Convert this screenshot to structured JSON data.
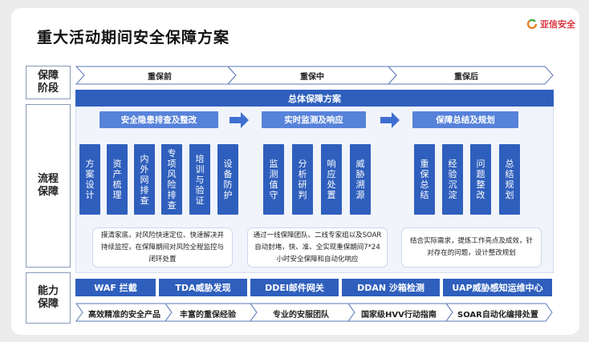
{
  "title": "重大活动期间安全保障方案",
  "logo": {
    "text": "亚信安全",
    "icon": "brand-ring-icon",
    "color": "#d9363e"
  },
  "colors": {
    "primary": "#2f5fbd",
    "secondary": "#5682d9",
    "panel": "#f1f4fb"
  },
  "row_labels": {
    "stage": "保障阶段",
    "process": "流程保障",
    "capability": "能力保障"
  },
  "stages": [
    "重保前",
    "重保中",
    "重保后"
  ],
  "overall": "总体保障方案",
  "phases": [
    {
      "title": "安全隐患排查及整改",
      "cards": [
        "方案设计",
        "资产梳理",
        "内外网排查",
        "专项风险排查",
        "培训与验证",
        "设备防护"
      ],
      "desc": "摸清家底，对风险快速定位、快速解决并持续监控，在保障期间对风险全程监控与闭环处置"
    },
    {
      "title": "实时监测及响应",
      "cards": [
        "监测值守",
        "分析研判",
        "响应处置",
        "威胁溯源"
      ],
      "desc": "通过一线保障团队、二线专家组以及SOAR自动封堵，快、准、全实现重保期间7*24小时安全保障和自动化响应"
    },
    {
      "title": "保障总结及规划",
      "cards": [
        "重保总结",
        "经验沉淀",
        "问题整改",
        "总结规划"
      ],
      "desc": "结合实际需求，提炼工作亮点及成效，针对存在的问题，设计整改规划"
    }
  ],
  "capabilities": [
    "WAF 拦截",
    "TDA威胁发现",
    "DDEI邮件网关",
    "DDAN 沙箱检测",
    "UAP威胁感知运维中心"
  ],
  "advantages": [
    "高效精准的安全产品",
    "丰富的重保经验",
    "专业的安服团队",
    "国家级HVV行动指南",
    "SOAR自动化编排处置"
  ]
}
